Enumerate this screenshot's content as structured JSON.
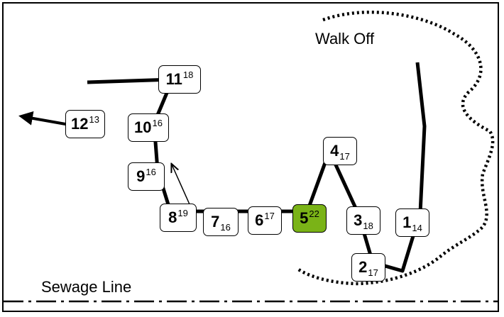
{
  "labels": {
    "walk_off": "Walk Off",
    "sewage_line": "Sewage Line"
  },
  "colors": {
    "highlight": "#7ab317",
    "stroke": "#000000",
    "background": "#ffffff"
  },
  "nodes": [
    {
      "num": "1",
      "index": "14",
      "pos": "sub"
    },
    {
      "num": "2",
      "index": "17",
      "pos": "sub"
    },
    {
      "num": "3",
      "index": "18",
      "pos": "sub"
    },
    {
      "num": "4",
      "index": "17",
      "pos": "sub"
    },
    {
      "num": "5",
      "index": "22",
      "pos": "sup",
      "highlight": true
    },
    {
      "num": "6",
      "index": "17",
      "pos": "sup"
    },
    {
      "num": "7",
      "index": "16",
      "pos": "sub"
    },
    {
      "num": "8",
      "index": "19",
      "pos": "sup"
    },
    {
      "num": "9",
      "index": "16",
      "pos": "sup"
    },
    {
      "num": "10",
      "index": "16",
      "pos": "sup"
    },
    {
      "num": "11",
      "index": "18",
      "pos": "sup"
    },
    {
      "num": "12",
      "index": "13",
      "pos": "sup"
    }
  ]
}
